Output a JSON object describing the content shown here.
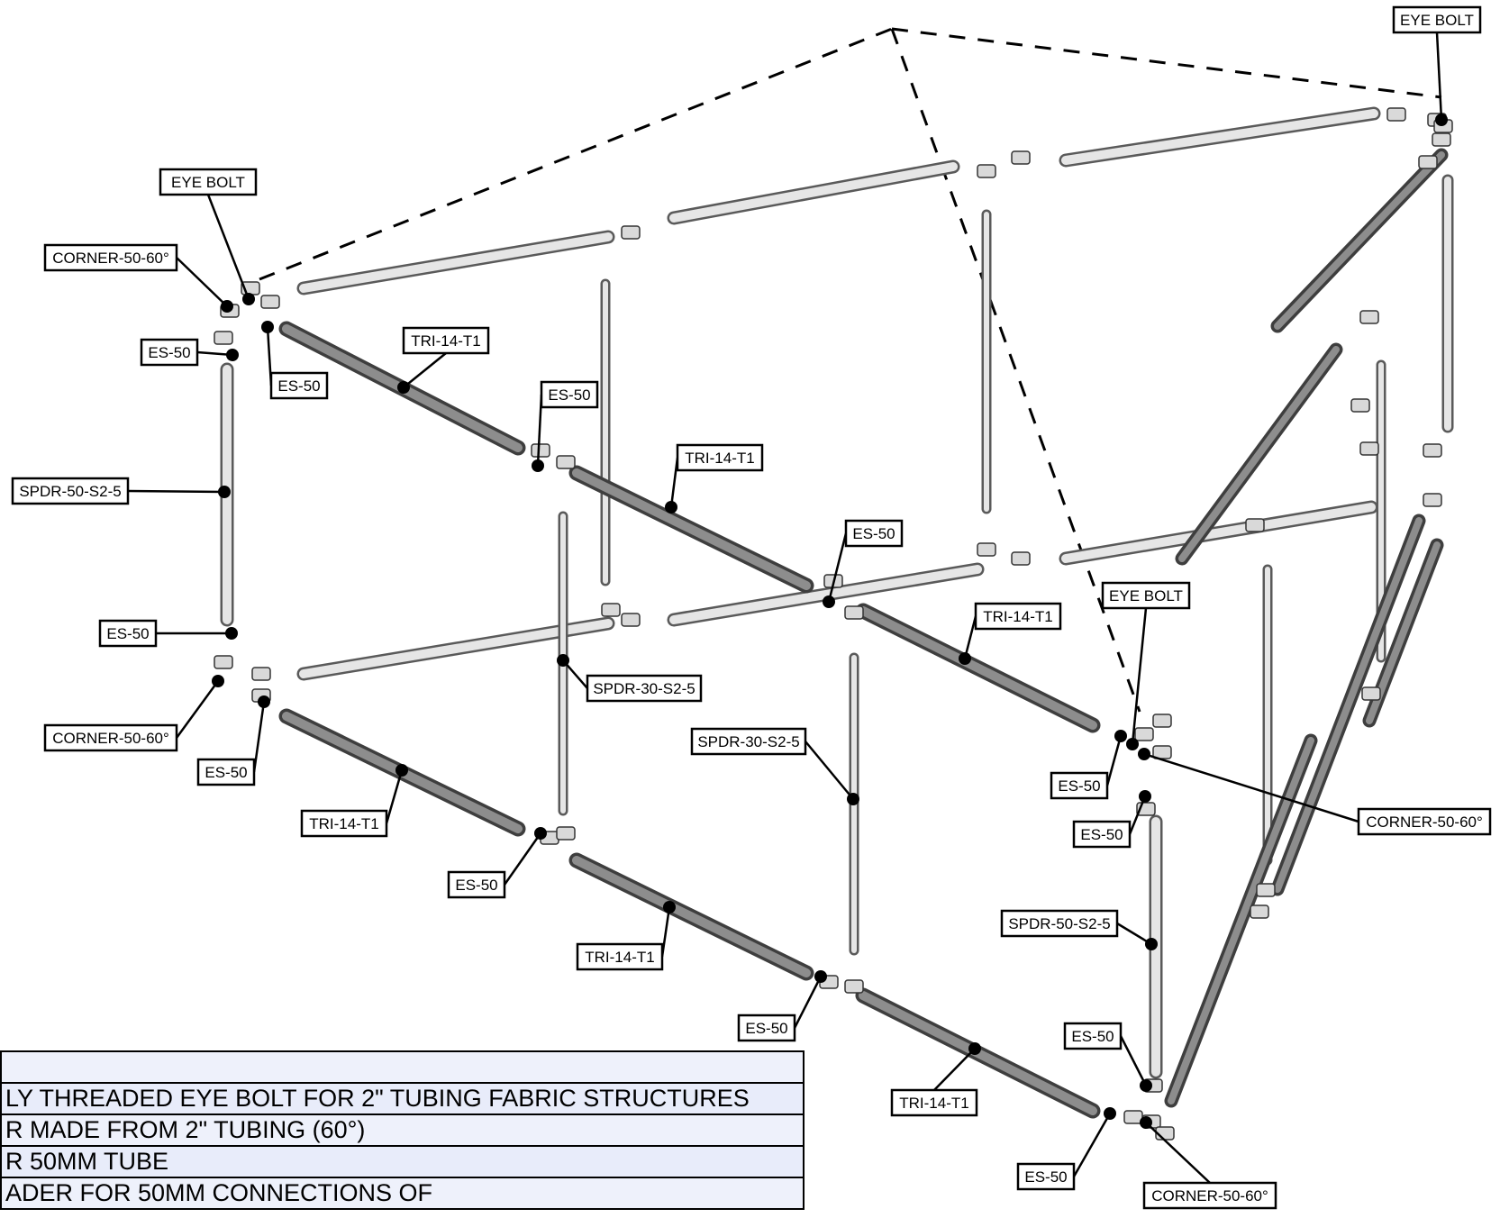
{
  "callouts": [
    {
      "id": "eye-bolt-top-right",
      "text": "EYE BOLT"
    },
    {
      "id": "eye-bolt-left",
      "text": "EYE BOLT"
    },
    {
      "id": "corner-top-left",
      "text": "CORNER-50-60°"
    },
    {
      "id": "es-top-left-a",
      "text": "ES-50"
    },
    {
      "id": "es-top-left-b",
      "text": "ES-50"
    },
    {
      "id": "tri-top-1",
      "text": "TRI-14-T1"
    },
    {
      "id": "es-top-mid",
      "text": "ES-50"
    },
    {
      "id": "spdr-left",
      "text": "SPDR-50-S2-5"
    },
    {
      "id": "tri-top-2",
      "text": "TRI-14-T1"
    },
    {
      "id": "es-mid-center",
      "text": "ES-50"
    },
    {
      "id": "es-left-low",
      "text": "ES-50"
    },
    {
      "id": "tri-mid-right",
      "text": "TRI-14-T1"
    },
    {
      "id": "eye-bolt-mid",
      "text": "EYE BOLT"
    },
    {
      "id": "spdr-mid",
      "text": "SPDR-30-S2-5"
    },
    {
      "id": "corner-left-low",
      "text": "CORNER-50-60°"
    },
    {
      "id": "spdr-center",
      "text": "SPDR-30-S2-5"
    },
    {
      "id": "es-left-low-b",
      "text": "ES-50"
    },
    {
      "id": "es-right-corner",
      "text": "ES-50"
    },
    {
      "id": "corner-right",
      "text": "CORNER-50-60°"
    },
    {
      "id": "tri-low-1",
      "text": "TRI-14-T1"
    },
    {
      "id": "es-right-low",
      "text": "ES-50"
    },
    {
      "id": "es-low-1",
      "text": "ES-50"
    },
    {
      "id": "spdr-right",
      "text": "SPDR-50-S2-5"
    },
    {
      "id": "tri-low-2",
      "text": "TRI-14-T1"
    },
    {
      "id": "es-low-2",
      "text": "ES-50"
    },
    {
      "id": "es-right-bottom",
      "text": "ES-50"
    },
    {
      "id": "tri-low-3",
      "text": "TRI-14-T1"
    },
    {
      "id": "es-bottom",
      "text": "ES-50"
    },
    {
      "id": "corner-bottom",
      "text": "CORNER-50-60°"
    }
  ],
  "parts_table": {
    "rows": [
      "",
      "LY THREADED EYE BOLT FOR 2\" TUBING FABRIC STRUCTURES",
      "R MADE FROM 2\" TUBING (60°)",
      "R 50MM TUBE",
      "ADER FOR 50MM CONNECTIONS OF"
    ]
  }
}
